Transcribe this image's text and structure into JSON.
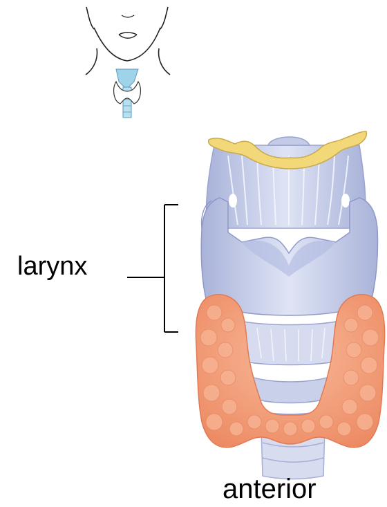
{
  "labels": {
    "larynx": "larynx",
    "view": "anterior"
  },
  "colors": {
    "background": "#ffffff",
    "cartilage": "#c9d1ea",
    "cartilage_shadow": "#a7b1d8",
    "hyoid": "#f2d878",
    "thyroid_gland": "#f6a07c",
    "thyroid_gland_shadow": "#e9805c",
    "inset_larynx": "#9fd3ea",
    "line": "#000000"
  },
  "icons": {
    "inset": "neck-outline-icon",
    "main": "larynx-thyroid-illustration"
  }
}
